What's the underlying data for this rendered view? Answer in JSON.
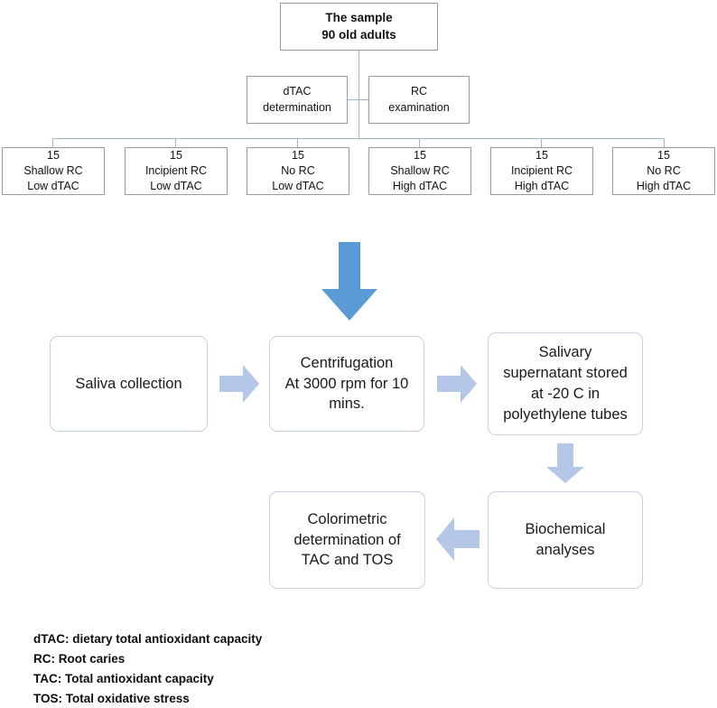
{
  "figure": {
    "type": "flowchart",
    "title_box": {
      "lines": [
        "The sample",
        "90 old adults"
      ]
    },
    "method_boxes": [
      {
        "name": "dtac-determination",
        "lines": [
          "dTAC",
          "determination"
        ]
      },
      {
        "name": "rc-examination",
        "lines": [
          "RC",
          "examination"
        ]
      }
    ],
    "group_boxes": [
      {
        "name": "shallow-rc-low-dtac",
        "count": "15",
        "condition": "Shallow RC",
        "dtac": "Low dTAC"
      },
      {
        "name": "incipient-rc-low-dtac",
        "count": "15",
        "condition": "Incipient RC",
        "dtac": "Low dTAC"
      },
      {
        "name": "no-rc-low-dtac",
        "count": "15",
        "condition": "No RC",
        "dtac": "Low dTAC"
      },
      {
        "name": "shallow-rc-high-dtac",
        "count": "15",
        "condition": "Shallow RC",
        "dtac": "High dTAC"
      },
      {
        "name": "incipient-rc-high-dtac",
        "count": "15",
        "condition": "Incipient RC",
        "dtac": "High dTAC"
      },
      {
        "name": "no-rc-high-dtac",
        "count": "15",
        "condition": "No RC",
        "dtac": "High dTAC"
      }
    ],
    "process_steps": [
      {
        "name": "saliva-collection",
        "lines": [
          "Saliva collection"
        ]
      },
      {
        "name": "centrifugation",
        "lines": [
          "Centrifugation",
          "At 3000 rpm for 10",
          "mins."
        ]
      },
      {
        "name": "supernatant-storage",
        "lines": [
          "Salivary",
          "supernatant stored",
          "at -20 C in",
          "polyethylene tubes"
        ]
      },
      {
        "name": "biochemical-analyses",
        "lines": [
          "Biochemical",
          "analyses"
        ]
      },
      {
        "name": "colorimetric-determination",
        "lines": [
          "Colorimetric",
          "determination of",
          "TAC and TOS"
        ]
      }
    ],
    "arrows": [
      {
        "name": "big-down-arrow",
        "direction": "down",
        "color": "#5B9BD5"
      },
      {
        "name": "arrow-saliva-to-centrifugation",
        "direction": "right",
        "color": "#B4C7E7"
      },
      {
        "name": "arrow-centrifugation-to-storage",
        "direction": "right",
        "color": "#B4C7E7"
      },
      {
        "name": "arrow-storage-to-biochemical",
        "direction": "down",
        "color": "#B4C7E7"
      },
      {
        "name": "arrow-biochemical-to-colorimetric",
        "direction": "left",
        "color": "#B4C7E7"
      }
    ],
    "legend": [
      "dTAC: dietary total antioxidant capacity",
      "RC: Root caries",
      "TAC: Total antioxidant capacity",
      "TOS: Total oxidative stress"
    ],
    "colors": {
      "big_arrow": "#5B9BD5",
      "small_arrow": "#B4C7E7",
      "connector_line": "#9FB6CD",
      "tree_border": "#9A9A97",
      "process_border": "#C6D3E3",
      "background": "#FFFFFF",
      "text": "#111111"
    }
  }
}
